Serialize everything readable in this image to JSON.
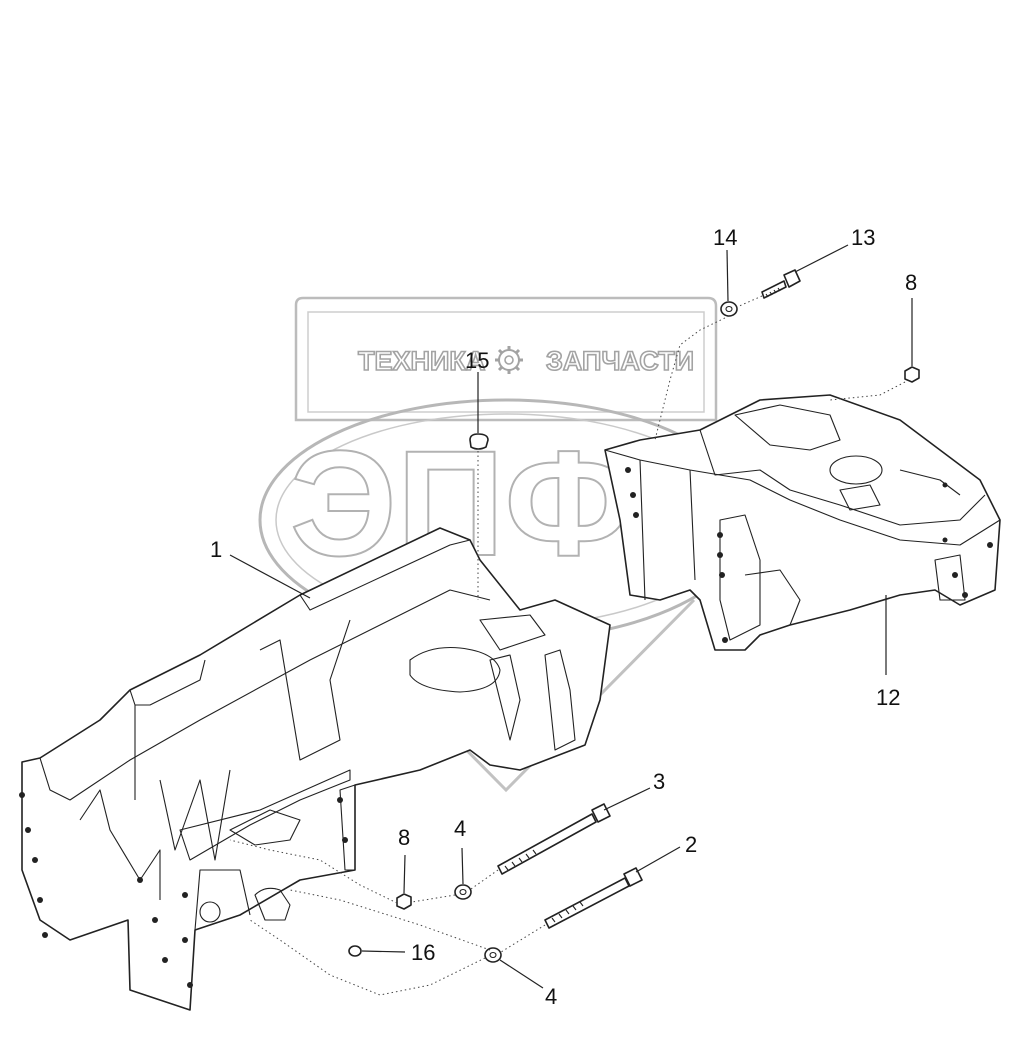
{
  "watermark": {
    "left_text": "ТЕХНИКА",
    "right_text": "ЗАПЧАСТИ",
    "big_text": "ЭПФ",
    "gear_icon": "gear-icon"
  },
  "callouts": [
    {
      "id": "c1",
      "label": "1"
    },
    {
      "id": "c2",
      "label": "2"
    },
    {
      "id": "c3",
      "label": "3"
    },
    {
      "id": "c4a",
      "label": "4"
    },
    {
      "id": "c4b",
      "label": "4"
    },
    {
      "id": "c8a",
      "label": "8"
    },
    {
      "id": "c8b",
      "label": "8"
    },
    {
      "id": "c12",
      "label": "12"
    },
    {
      "id": "c13",
      "label": "13"
    },
    {
      "id": "c14",
      "label": "14"
    },
    {
      "id": "c15",
      "label": "15"
    },
    {
      "id": "c16",
      "label": "16"
    }
  ],
  "colors": {
    "line": "#222222",
    "watermark": "#9a9a9a",
    "background": "#ffffff"
  }
}
